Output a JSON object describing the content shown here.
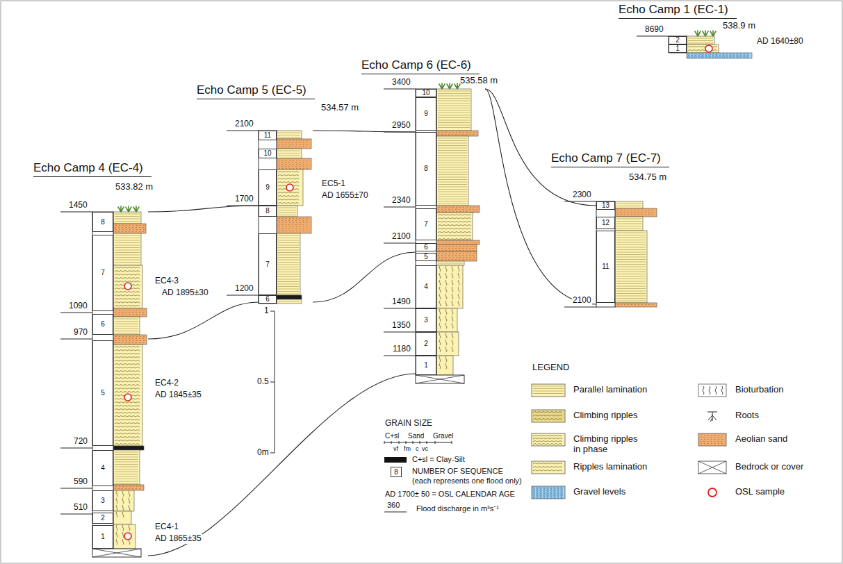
{
  "diagram": {
    "nodes": [
      {
        "text": [
          "Echo Camp 4 (EC-4)",
          "533.82 m"
        ]
      },
      {
        "text": [
          "8"
        ],
        "in": 0
      },
      {
        "text": [
          "7"
        ],
        "in": 0
      },
      {
        "text": [
          "6"
        ],
        "in": 0
      },
      {
        "text": [
          "5"
        ],
        "in": 0
      },
      {
        "text": [
          "4"
        ],
        "in": 0
      },
      {
        "text": [
          "3"
        ],
        "in": 0
      },
      {
        "text": [
          "2"
        ],
        "in": 0
      },
      {
        "text": [
          "1"
        ],
        "in": 0
      },
      {
        "text": [
          "Echo Camp 5 (EC-5)",
          "534.57 m"
        ]
      },
      {
        "text": [
          "11"
        ],
        "in": 9
      },
      {
        "text": [
          "10"
        ],
        "in": 9
      },
      {
        "text": [
          "9"
        ],
        "in": 9
      },
      {
        "text": [
          "8"
        ],
        "in": 9
      },
      {
        "text": [
          "7"
        ],
        "in": 9
      },
      {
        "text": [
          "6"
        ],
        "in": 9
      },
      {
        "text": [
          "Echo Camp 6 (EC-6)",
          "535.58 m"
        ]
      },
      {
        "text": [
          "10"
        ],
        "in": 16
      },
      {
        "text": [
          "9"
        ],
        "in": 16
      },
      {
        "text": [
          "8"
        ],
        "in": 16
      },
      {
        "text": [
          "7"
        ],
        "in": 16
      },
      {
        "text": [
          "6"
        ],
        "in": 16
      },
      {
        "text": [
          "5"
        ],
        "in": 16
      },
      {
        "text": [
          "4"
        ],
        "in": 16
      },
      {
        "text": [
          "3"
        ],
        "in": 16
      },
      {
        "text": [
          "2"
        ],
        "in": 16
      },
      {
        "text": [
          "1"
        ],
        "in": 16
      },
      {
        "text": [
          "Echo Camp 1 (EC-1)",
          "538.9 m"
        ]
      },
      {
        "text": [
          "2"
        ],
        "in": 27
      },
      {
        "text": [
          "1"
        ],
        "in": 27
      },
      {
        "text": [
          "Echo Camp 7 (EC-7)",
          "534.75 m"
        ]
      },
      {
        "text": [
          "13"
        ],
        "in": 30
      },
      {
        "text": [
          "12"
        ],
        "in": 30
      },
      {
        "text": [
          "11"
        ],
        "in": 30
      },
      {
        "text": [
          "8"
        ]
      }
    ],
    "edges": [
      {
        "from": 0,
        "to": 9,
        "arrow": "none"
      },
      {
        "from": 0,
        "to": 9,
        "arrow": "none"
      },
      {
        "from": 0,
        "to": 16,
        "arrow": "none"
      },
      {
        "from": 9,
        "to": 16,
        "arrow": "none"
      },
      {
        "from": 9,
        "to": 16,
        "arrow": "none"
      },
      {
        "from": 16,
        "to": 30,
        "arrow": "none"
      },
      {
        "from": 16,
        "to": 30,
        "arrow": "none"
      }
    ],
    "labels": [
      "1450",
      "1090",
      "970",
      "720",
      "590",
      "510",
      "2100",
      "1700",
      "1200",
      "3400",
      "2950",
      "2340",
      "2100",
      "1490",
      "1350",
      "1180",
      "8690",
      "2300",
      "2100",
      "EC4-3",
      "AD 1895±30",
      "EC4-2",
      "AD 1845±35",
      "EC4-1",
      "AD 1865±35",
      "EC5-1",
      "AD 1655±70",
      "AD 1640±80",
      "1",
      "0.5",
      "0m",
      "LEGEND",
      "GRAIN SIZE",
      "C+sl",
      "Sand",
      "Gravel",
      "vf",
      "fm",
      "c",
      "vc",
      "C+sl = Clay-Silt",
      "NUMBER OF SEQUENCE",
      "(each represents one flood only)",
      "AD 1700± 50 = OSL CALENDAR AGE",
      "360",
      "Flood discharge in m³s⁻¹"
    ],
    "legend": [
      {
        "text": "Parallel lamination",
        "color": "#fcf2b4"
      },
      {
        "text": "Climbing ripples",
        "color": "#e9d98c"
      },
      {
        "text": "Climbing ripples in phase",
        "color": "#fcf2b4"
      },
      {
        "text": "Ripples lamination",
        "color": "#fcf2b4"
      },
      {
        "text": "Gravel levels",
        "color": "#a8d2ee"
      },
      {
        "text": "Bioturbation"
      },
      {
        "text": "Roots"
      },
      {
        "text": "Aeolian sand",
        "color": "#efad70"
      },
      {
        "text": "Bedrock or cover"
      },
      {
        "text": "OSL sample"
      }
    ]
  }
}
